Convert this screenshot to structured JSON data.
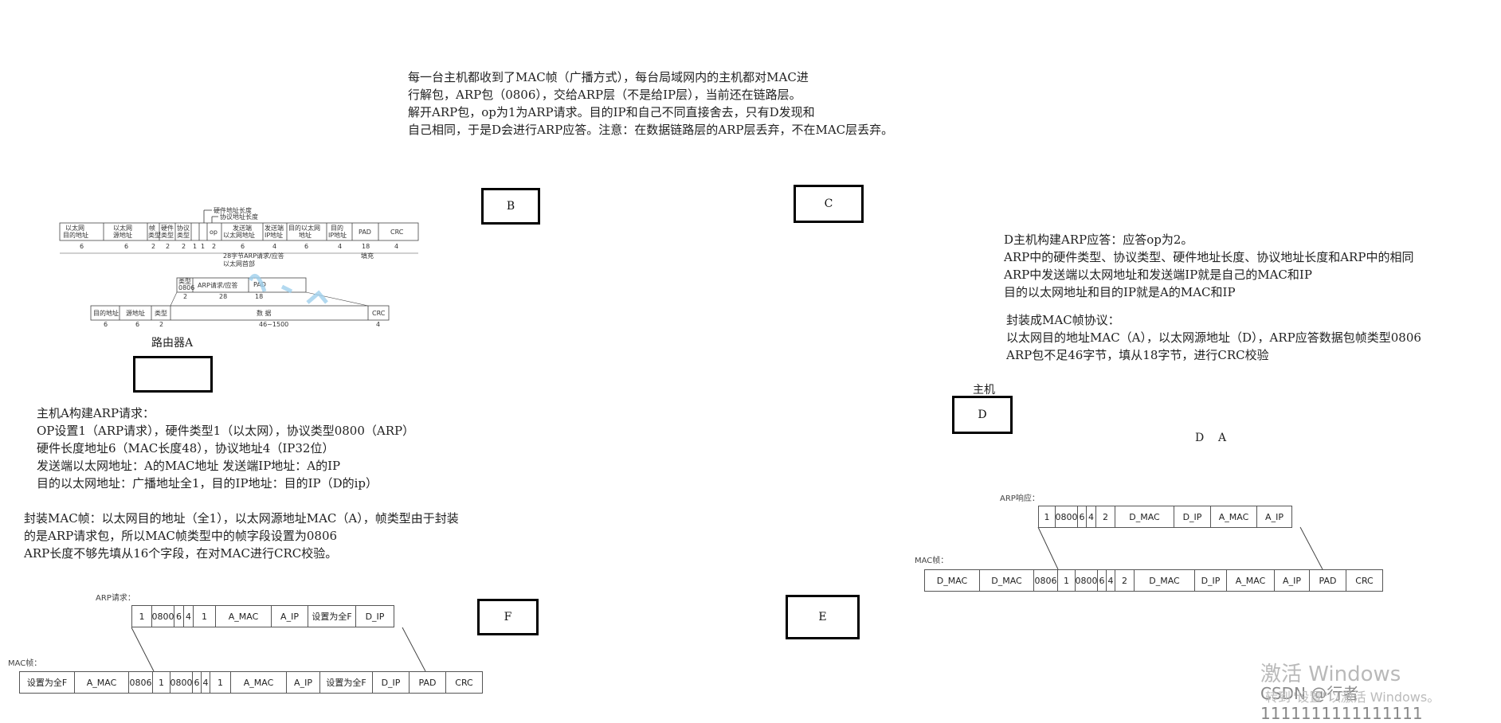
{
  "intro_lines": [
    "每一台主机都收到了MAC帧（广播方式），每台局域网内的主机都对MAC进",
    "行解包，ARP包（0806），交给ARP层（不是给IP层），当前还在链路层。",
    "解开ARP包，op为1为ARP请求。目的IP和自己不同直接舍去，只有D发现和",
    "自己相同，于是D会进行ARP应答。注意：在数据链路层的ARP层丢弃，不在MAC层丢弃。"
  ],
  "nodes": {
    "B": "B",
    "C": "C",
    "D": "D",
    "E": "E",
    "F": "F"
  },
  "router_label": "路由器A",
  "host_label": "主机",
  "d_a_label": "D    A",
  "hostA_request_lines": [
    "主机A构建ARP请求：",
    "OP设置1（ARP请求），硬件类型1（以太网），协议类型0800（ARP）",
    "硬件长度地址6（MAC长度48），协议地址4（IP32位）",
    "发送端以太网地址：A的MAC地址 发送端IP地址：A的IP",
    "目的以太网地址：广播地址全1，目的IP地址：目的IP（D的ip）"
  ],
  "mac_encap_lines": [
    "封装MAC帧：以太网目的地址（全1），以太网源地址MAC（A），帧类型由于封装",
    "的是ARP请求包，所以MAC帧类型中的帧字段设置为0806",
    "ARP长度不够先填从16个字段，在对MAC进行CRC校验。"
  ],
  "d_reply_lines": [
    "D主机构建ARP应答：应答op为2。",
    "ARP中的硬件类型、协议类型、硬件地址长度、协议地址长度和ARP中的相同",
    "ARP中发送端以太网地址和发送端IP就是自己的MAC和IP",
    "目的以太网地址和目的IP就是A的MAC和IP"
  ],
  "d_encap_lines": [
    "封装成MAC帧协议：",
    "以太网目的地址MAC（A），以太网源地址（D），ARP应答数据包帧类型0806",
    "ARP包不足46字节，填从18字节，进行CRC校验"
  ],
  "arp_request": {
    "label": "ARP请求：",
    "cells": [
      "1",
      "0800",
      "6",
      "4",
      "1",
      "A_MAC",
      "A_IP",
      "设置为全F",
      "D_IP"
    ]
  },
  "mac_frame_left": {
    "label": "MAC帧：",
    "cells": [
      "设置为全F",
      "A_MAC",
      "0806",
      "1",
      "0800",
      "6",
      "4",
      "1",
      "A_MAC",
      "A_IP",
      "设置为全F",
      "D_IP",
      "PAD",
      "CRC"
    ]
  },
  "arp_reply": {
    "label": "ARP响应：",
    "cells": [
      "1",
      "0800",
      "6",
      "4",
      "2",
      "D_MAC",
      "D_IP",
      "A_MAC",
      "A_IP"
    ]
  },
  "mac_frame_right": {
    "label": "MAC帧：",
    "cells": [
      "D_MAC",
      "D_MAC",
      "0806",
      "1",
      "0800",
      "6",
      "4",
      "2",
      "D_MAC",
      "D_IP",
      "A_MAC",
      "A_IP",
      "PAD",
      "CRC"
    ]
  },
  "frame_diagram": {
    "top_notes": [
      "硬件地址长度",
      "协议地址长度"
    ],
    "header_cells": [
      "以太网\n目的地址",
      "以太网\n源地址",
      "帧\n类型",
      "硬件\n类型",
      "协议\n类型",
      "op",
      "发送端\n以太网地址",
      "发送端\nIP地址",
      "目的以太网\n地址",
      "目的\nIP地址",
      "PAD",
      "CRC"
    ],
    "sizes": [
      "6",
      "6",
      "2",
      "2",
      "2",
      "1",
      "1",
      "2",
      "6",
      "4",
      "6",
      "4",
      "18",
      "4"
    ],
    "span_label": "28字节ARP请求/应答",
    "pad_note": "填充",
    "header_note": "以太网首部",
    "mid_cells": [
      "类型\n0806",
      "ARP请求/应答",
      "PAD"
    ],
    "mid_sizes": [
      "2",
      "28",
      "18"
    ],
    "bottom_cells": [
      "目的地址",
      "源地址",
      "类型",
      "数 据",
      "CRC"
    ],
    "bottom_sizes": [
      "6",
      "6",
      "2",
      "46~1500",
      "4"
    ]
  },
  "watermark": {
    "activate": "激活 Windows",
    "goto": "转到\"设置\"以激活 Windows。",
    "csdn": "CSDN @行者1111111111111111"
  }
}
